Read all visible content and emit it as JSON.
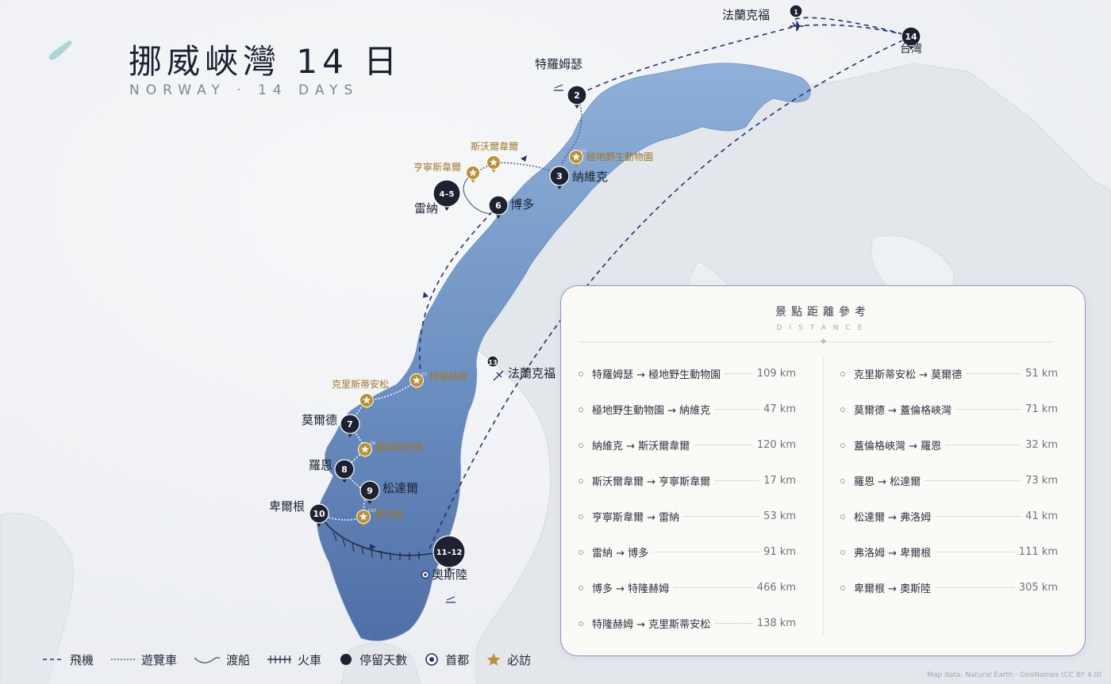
{
  "header": {
    "title": "挪威峽灣 14 日",
    "subtitle": "NORWAY · 14 DAYS"
  },
  "colors": {
    "land_norway": "#7f9fc8",
    "land_other": "#e3e6ea",
    "sea": "#f1f3f6",
    "stop_marker": "#1e2230",
    "must_visit": "#c49a3a",
    "route": "#25306e",
    "panel_border": "#8f97c4"
  },
  "map": {
    "stops": [
      {
        "num": "1",
        "label": "法蘭克福",
        "icon": "plane-icon"
      },
      {
        "num": "2",
        "label": "特羅姆瑟",
        "icon": "plane-landing-icon"
      },
      {
        "num": "3",
        "label": "納維克"
      },
      {
        "num": "4–5",
        "label": "雷納"
      },
      {
        "num": "6",
        "label": "博多"
      },
      {
        "num": "7",
        "label": "莫爾德"
      },
      {
        "num": "8",
        "label": "羅恩"
      },
      {
        "num": "9",
        "label": "松達爾"
      },
      {
        "num": "10",
        "label": "卑爾根"
      },
      {
        "num": "11–12",
        "label": "奧斯陸",
        "capital": true
      },
      {
        "num": "13",
        "label": "法蘭克福",
        "icon": "plane-icon"
      },
      {
        "num": "14",
        "label": "台灣"
      }
    ],
    "must_visit": [
      {
        "label": "極地野生動物園",
        "day": "D3"
      },
      {
        "label": "斯沃爾韋爾",
        "day": "D4"
      },
      {
        "label": "亨寧斯韋爾",
        "day": "D5"
      },
      {
        "label": "特隆赫姆",
        "day": "D7"
      },
      {
        "label": "克里斯蒂安松",
        "day": "D7"
      },
      {
        "label": "蓋倫格峽灣",
        "day": "D8"
      },
      {
        "label": "弗洛姆",
        "day": "D10"
      }
    ]
  },
  "distance_panel": {
    "title": "景點距離參考",
    "subtitle": "DISTANCE",
    "left": [
      {
        "route": "特羅姆瑟 → 極地野生動物園",
        "km": "109 km"
      },
      {
        "route": "極地野生動物園 → 納維克",
        "km": "47 km"
      },
      {
        "route": "納維克 → 斯沃爾韋爾",
        "km": "120 km"
      },
      {
        "route": "斯沃爾韋爾 → 亨寧斯韋爾",
        "km": "17 km"
      },
      {
        "route": "亨寧斯韋爾 → 雷納",
        "km": "53 km"
      },
      {
        "route": "雷納 → 博多",
        "km": "91 km"
      },
      {
        "route": "博多 → 特隆赫姆",
        "km": "466 km"
      },
      {
        "route": "特隆赫姆 → 克里斯蒂安松",
        "km": "138 km"
      }
    ],
    "right": [
      {
        "route": "克里斯蒂安松 → 莫爾德",
        "km": "51 km"
      },
      {
        "route": "莫爾德 → 蓋倫格峽灣",
        "km": "71 km"
      },
      {
        "route": "蓋倫格峽灣 → 羅恩",
        "km": "32 km"
      },
      {
        "route": "羅恩 → 松達爾",
        "km": "73 km"
      },
      {
        "route": "松達爾 → 弗洛姆",
        "km": "41 km"
      },
      {
        "route": "弗洛姆 → 卑爾根",
        "km": "111 km"
      },
      {
        "route": "卑爾根 → 奧斯陸",
        "km": "305 km"
      }
    ]
  },
  "legend": {
    "flight": "飛機",
    "coach": "遊覽車",
    "ferry": "渡船",
    "train": "火車",
    "stay_days": "停留天數",
    "capital": "首都",
    "must_visit": "必訪"
  },
  "credit": "Map data: Natural Earth · GeoNames (CC BY 4.0)"
}
